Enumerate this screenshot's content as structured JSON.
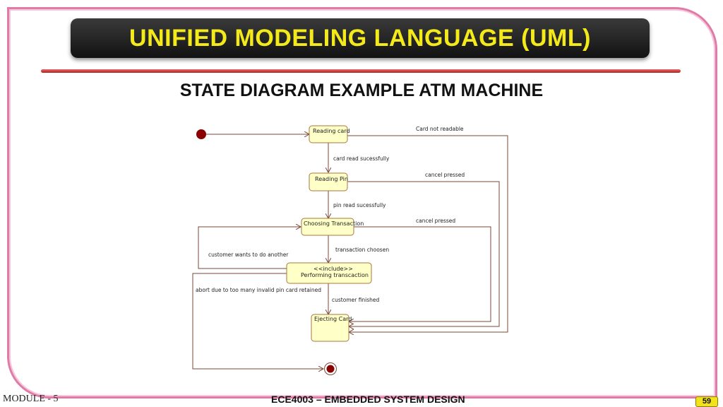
{
  "slide": {
    "title": "UNIFIED MODELING LANGUAGE (UML)",
    "subtitle": "STATE DIAGRAM EXAMPLE  ATM MACHINE"
  },
  "diagram": {
    "states": {
      "reading_card": "Reading card",
      "reading_pin": "Reading Pin",
      "choosing_transaction": "Choosing Transaction",
      "performing_stereotype": "<<include>>",
      "performing_transaction": "Performing transcaction",
      "ejecting_card": "Ejecting Card"
    },
    "transitions": {
      "card_not_readable": "Card not readable",
      "card_read": "card read sucessfully",
      "cancel_pressed_1": "cancel pressed",
      "pin_read": "pin read sucessfully",
      "cancel_pressed_2": "cancel pressed",
      "transaction_chosen": "transaction choosen",
      "customer_wants_another": "customer wants to do another",
      "abort": "abort due to too many invalid pin card retained",
      "customer_finished": "customer finished"
    },
    "colors": {
      "state_fill": "#ffffc8",
      "state_stroke": "#a5773f",
      "edge": "#7a4a3a",
      "initial": "#8b0000"
    }
  },
  "footer": {
    "module": "MODULE - 5",
    "course": "ECE4003 – EMBEDDED SYSTEM DESIGN",
    "page": "59"
  }
}
